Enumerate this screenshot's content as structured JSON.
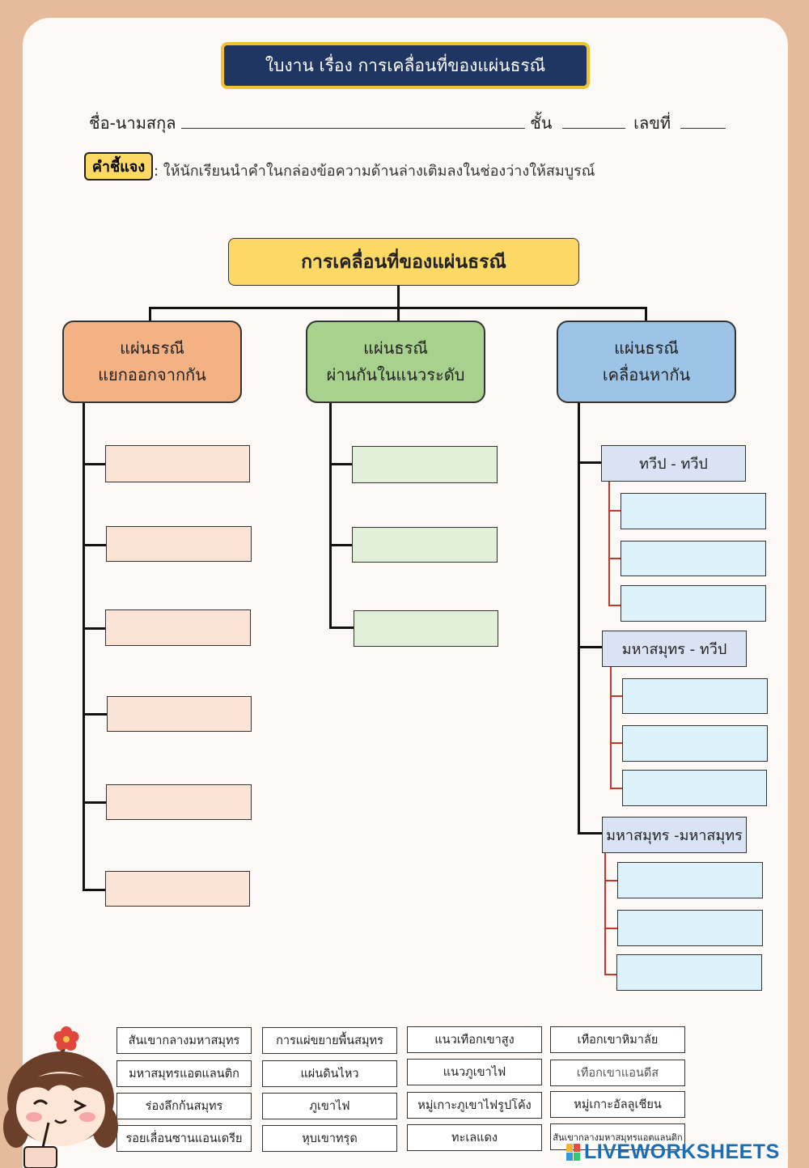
{
  "title": "ใบงาน เรื่อง การเคลื่อนที่ของแผ่นธรณี",
  "fields": {
    "name_label": "ชื่อ-นามสกุล",
    "class_label": "ชั้น",
    "number_label": "เลขที่"
  },
  "instruction": {
    "label": "คำชี้แจง",
    "text": ": ให้นักเรียนนำคำในกล่องข้อความด้านล่างเติมลงในช่องว่างให้สมบูรณ์"
  },
  "diagram": {
    "root": "การเคลื่อนที่ของแผ่นธรณี",
    "categories": [
      {
        "line1": "แผ่นธรณี",
        "line2": "แยกออกจากกัน",
        "color": "#f4b183"
      },
      {
        "line1": "แผ่นธรณี",
        "line2": "ผ่านกันในแนวระดับ",
        "color": "#a9d18e"
      },
      {
        "line1": "แผ่นธรณี",
        "line2": "เคลื่อนหากัน",
        "color": "#9dc3e6"
      }
    ],
    "subcategories": [
      "ทวีป - ทวีป",
      "มหาสมุทร - ทวีป",
      "มหาสมุทร -มหาสมุทร"
    ]
  },
  "word_bank": [
    [
      "สันเขากลางมหาสมุทร",
      "การแผ่ขยายพื้นสมุทร",
      "แนวเทือกเขาสูง",
      "เทือกเขาหิมาลัย"
    ],
    [
      "มหาสมุทรแอตแลนติก",
      "แผ่นดินไหว",
      "แนวภูเขาไฟ",
      "เทือกเขาแอนดีส"
    ],
    [
      "ร่องลึกก้นสมุทร",
      "ภูเขาไฟ",
      "หมู่เกาะภูเขาไฟรูปโค้ง",
      "หมู่เกาะอัลลูเชียน"
    ],
    [
      "รอยเลื่อนซานแอนเดรีย",
      "หุบเขาทรุด",
      "ทะเลแดง",
      "สันเขากลางมหาสมุทรแอตแลนติก"
    ]
  ],
  "logo": "LIVEWORKSHEETS",
  "colors": {
    "background": "#e5bb9c",
    "title_bg": "#1f3663",
    "accent_yellow": "#fcd865"
  }
}
